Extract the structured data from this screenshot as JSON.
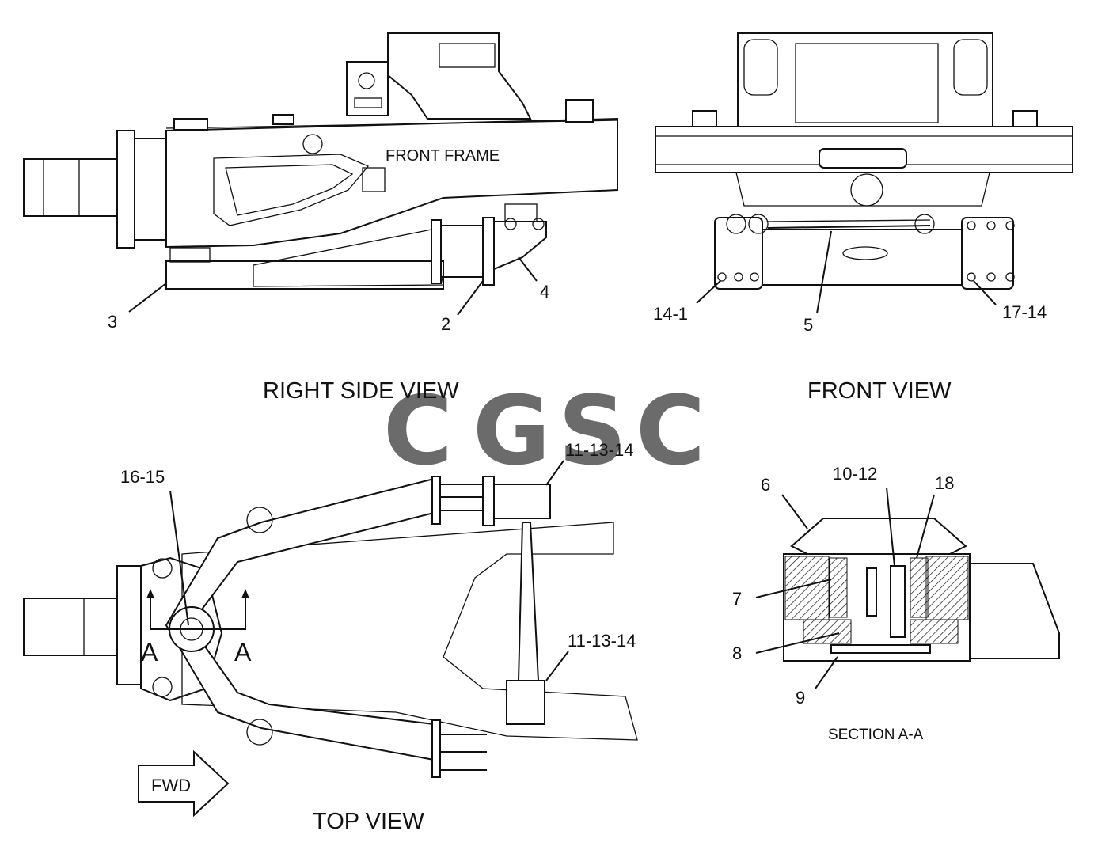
{
  "views": {
    "right_side": {
      "title": "RIGHT SIDE VIEW",
      "frame_label": "FRONT FRAME",
      "callouts": [
        "3",
        "2",
        "4"
      ]
    },
    "front": {
      "title": "FRONT VIEW",
      "callouts": [
        "14-1",
        "5",
        "17-14"
      ]
    },
    "top": {
      "title": "TOP VIEW",
      "callouts": [
        "16-15",
        "11-13-14",
        "11-13-14"
      ],
      "section_marks": [
        "A",
        "A"
      ],
      "fwd_label": "FWD"
    },
    "section": {
      "title": "SECTION A-A",
      "callouts": [
        "6",
        "10-12",
        "18",
        "7",
        "8",
        "9"
      ]
    }
  },
  "watermark": {
    "letters": [
      "C",
      "G",
      "S",
      "C"
    ],
    "colors": [
      "#6f9ff2",
      "#f08c84",
      "#f6d66a",
      "#6dba8f"
    ]
  }
}
